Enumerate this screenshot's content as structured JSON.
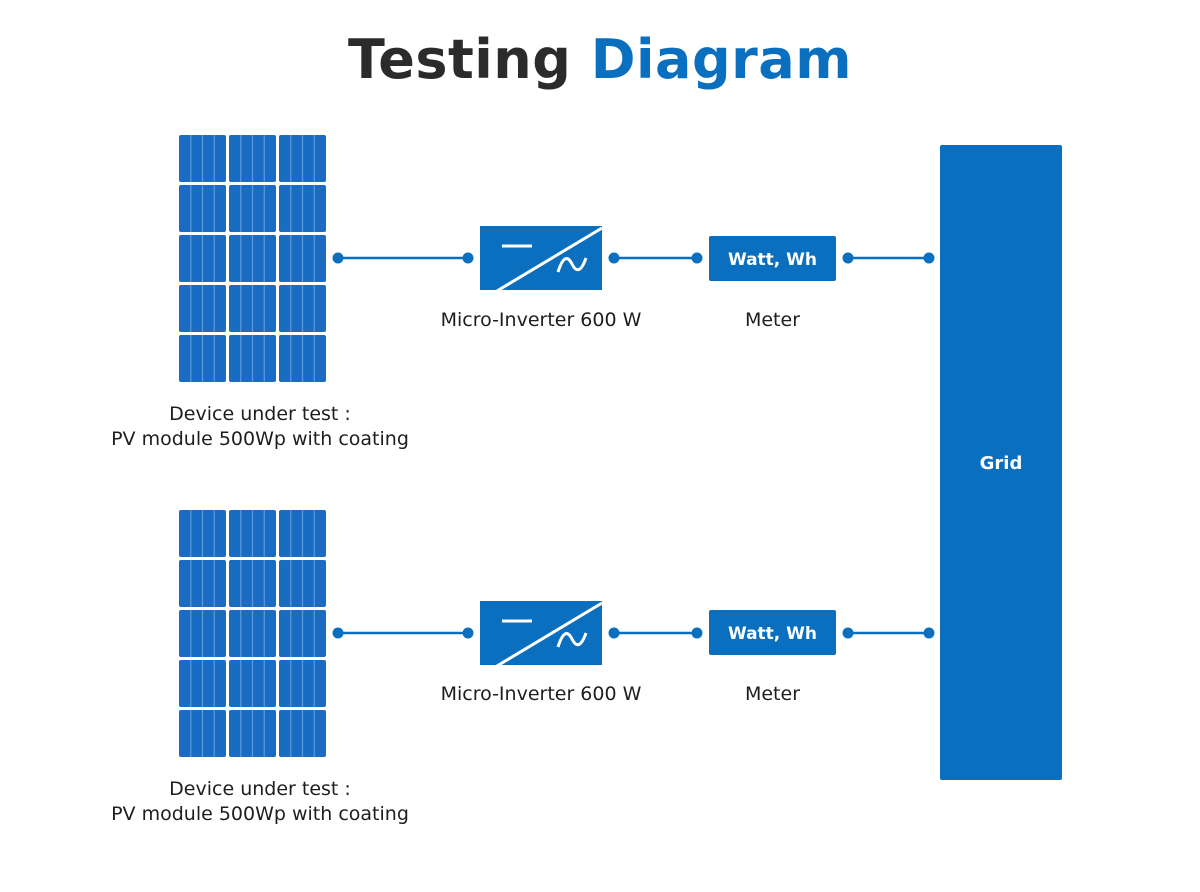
{
  "title": {
    "part1": "Testing",
    "part2": "Diagram"
  },
  "colors": {
    "brand_blue": "#0a6fbf",
    "panel_blue": "#1a6cc2",
    "text_dark": "#2b2b2b"
  },
  "rows": [
    {
      "pv_label_line1": "Device under test :",
      "pv_label_line2": "PV module 500Wp with coating",
      "inverter_label": "Micro-Inverter 600 W",
      "meter_text": "Watt, Wh",
      "meter_label": "Meter"
    },
    {
      "pv_label_line1": "Device under test :",
      "pv_label_line2": "PV module 500Wp with coating",
      "inverter_label": "Micro-Inverter 600 W",
      "meter_text": "Watt, Wh",
      "meter_label": "Meter"
    }
  ],
  "grid": {
    "label": "Grid"
  },
  "icons": {
    "inverter": "dc-ac-inverter-icon",
    "panel": "solar-panel-icon"
  }
}
